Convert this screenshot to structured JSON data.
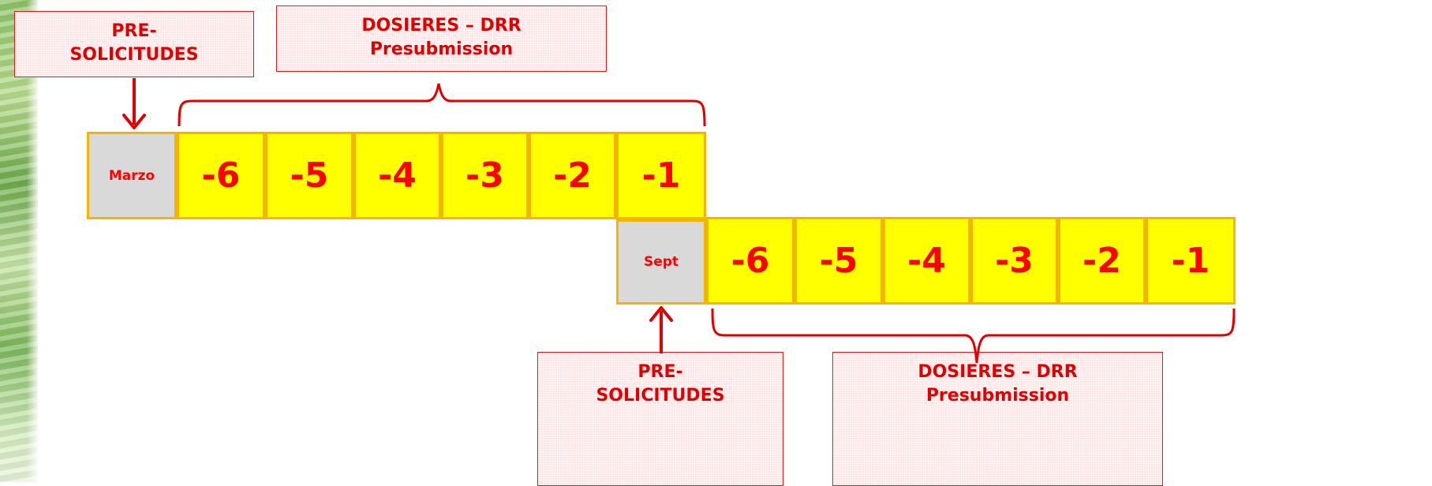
{
  "top_timeline": {
    "month": "Marzo",
    "cells": [
      "-6",
      "-5",
      "-4",
      "-3",
      "-2",
      "-1"
    ]
  },
  "bottom_timeline": {
    "month": "Sept",
    "cells": [
      "-6",
      "-5",
      "-4",
      "-3",
      "-2",
      "-1"
    ]
  },
  "labels": {
    "top_pre_solicitudes": [
      "PRE-",
      "SOLICITUDES"
    ],
    "top_dosieres": [
      "DOSIERES – DRR",
      "Presubmission"
    ],
    "bottom_pre_solicitudes": [
      "PRE-",
      "SOLICITUDES"
    ],
    "bottom_dosieres": [
      "DOSIERES – DRR",
      "Presubmission"
    ]
  },
  "colors": {
    "cell_fill": "#ffff00",
    "cell_border": "#f5b400",
    "month_fill": "#d9d9d9",
    "text_red": "#ff0000",
    "arrow_red": "#e00000",
    "label_fill": "#fde3e3"
  }
}
